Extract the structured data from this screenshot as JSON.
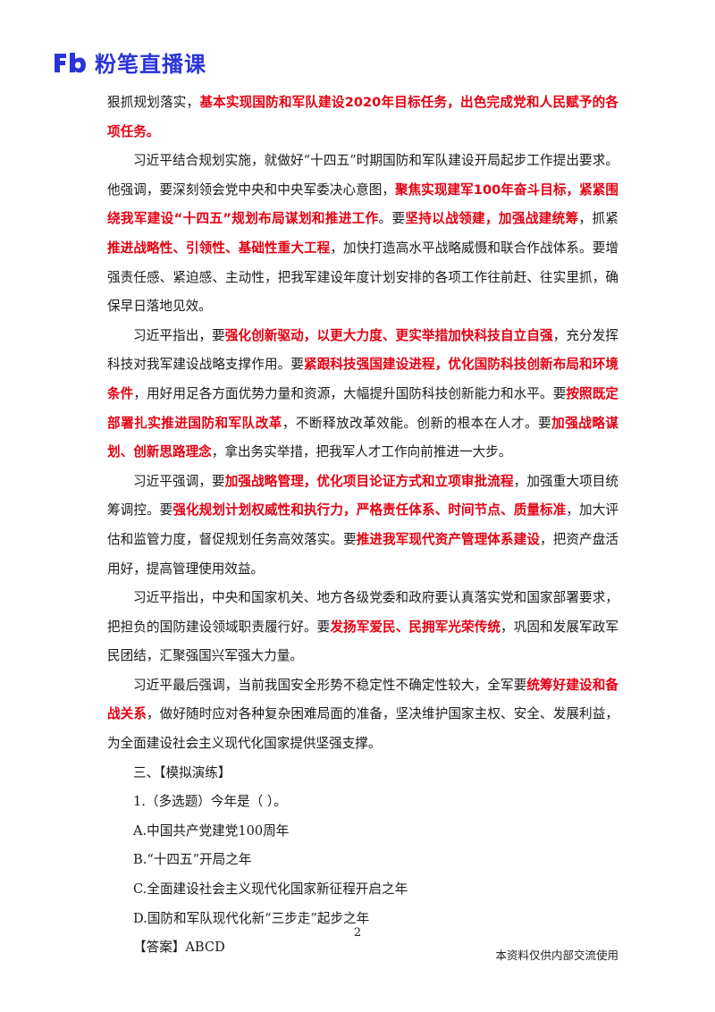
{
  "header": {
    "logo_mark": "Fb",
    "brand": "粉笔直播课",
    "brand_color": "#2a35d8"
  },
  "accent_color": "#e60012",
  "paragraphs": [
    {
      "indent": false,
      "segments": [
        {
          "text": "狠抓规划落实，",
          "hl": false
        },
        {
          "text": "基本实现国防和军队建设2020年目标任务，出色完成党和人民赋予的各项任务。",
          "hl": true
        }
      ]
    },
    {
      "indent": true,
      "segments": [
        {
          "text": "习近平结合规划实施，就做好“十四五”时期国防和军队建设开局起步工作提出要求。他强调，要深刻领会党中央和中央军委决心意图，",
          "hl": false
        },
        {
          "text": "聚焦实现建军100年奋斗目标，紧紧围绕我军建设“十四五”规划布局谋划和推进工作",
          "hl": true
        },
        {
          "text": "。要",
          "hl": false
        },
        {
          "text": "坚持以战领建，加强战建统筹",
          "hl": true
        },
        {
          "text": "，抓紧",
          "hl": false
        },
        {
          "text": "推进战略性、引领性、基础性重大工程",
          "hl": true
        },
        {
          "text": "，加快打造高水平战略威慑和联合作战体系。要增强责任感、紧迫感、主动性，把我军建设年度计划安排的各项工作往前赶、往实里抓，确保早日落地见效。",
          "hl": false
        }
      ]
    },
    {
      "indent": true,
      "segments": [
        {
          "text": "习近平指出，要",
          "hl": false
        },
        {
          "text": "强化创新驱动，以更大力度、更实举措加快科技自立自强",
          "hl": true
        },
        {
          "text": "，充分发挥科技对我军建设战略支撑作用。要",
          "hl": false
        },
        {
          "text": "紧跟科技强国建设进程，优化国防科技创新布局和环境条件",
          "hl": true
        },
        {
          "text": "，用好用足各方面优势力量和资源，大幅提升国防科技创新能力和水平。要",
          "hl": false
        },
        {
          "text": "按照既定部署扎实推进国防和军队改革",
          "hl": true
        },
        {
          "text": "，不断释放改革效能。创新的根本在人才。要",
          "hl": false
        },
        {
          "text": "加强战略谋划、创新思路理念",
          "hl": true
        },
        {
          "text": "，拿出务实举措，把我军人才工作向前推进一大步。",
          "hl": false
        }
      ]
    },
    {
      "indent": true,
      "segments": [
        {
          "text": "习近平强调，要",
          "hl": false
        },
        {
          "text": "加强战略管理，优化项目论证方式和立项审批流程",
          "hl": true
        },
        {
          "text": "，加强重大项目统筹调控。要",
          "hl": false
        },
        {
          "text": "强化规划计划权威性和执行力，严格责任体系、时间节点、质量标准",
          "hl": true
        },
        {
          "text": "，加大评估和监管力度，督促规划任务高效落实。要",
          "hl": false
        },
        {
          "text": "推进我军现代资产管理体系建设",
          "hl": true
        },
        {
          "text": "，把资产盘活用好，提高管理使用效益。",
          "hl": false
        }
      ]
    },
    {
      "indent": true,
      "segments": [
        {
          "text": "习近平指出，中央和国家机关、地方各级党委和政府要认真落实党和国家部署要求，把担负的国防建设领域职责履行好。要",
          "hl": false
        },
        {
          "text": "发扬军爱民、民拥军光荣传统",
          "hl": true
        },
        {
          "text": "，巩固和发展军政军民团结，汇聚强国兴军强大力量。",
          "hl": false
        }
      ]
    },
    {
      "indent": true,
      "segments": [
        {
          "text": "习近平最后强调，当前我国安全形势不稳定性不确定性较大，全军要",
          "hl": false
        },
        {
          "text": "统筹好建设和备战关系",
          "hl": true
        },
        {
          "text": "，做好随时应对各种复杂困难局面的准备，坚决维护国家主权、安全、发展利益，为全面建设社会主义现代化国家提供坚强支撑。",
          "hl": false
        }
      ]
    }
  ],
  "exercise": {
    "section_title": "三、【模拟演练】",
    "question": "1.（多选题）今年是（    ）。",
    "options": [
      "A.中国共产党建党100周年",
      "B.“十四五”开局之年",
      "C.全面建设社会主义现代化国家新征程开启之年",
      "D.国防和军队现代化新“三步走”起步之年"
    ],
    "answer": "【答案】ABCD"
  },
  "footer": {
    "page_number": "2",
    "note": "本资料仅供内部交流使用"
  }
}
